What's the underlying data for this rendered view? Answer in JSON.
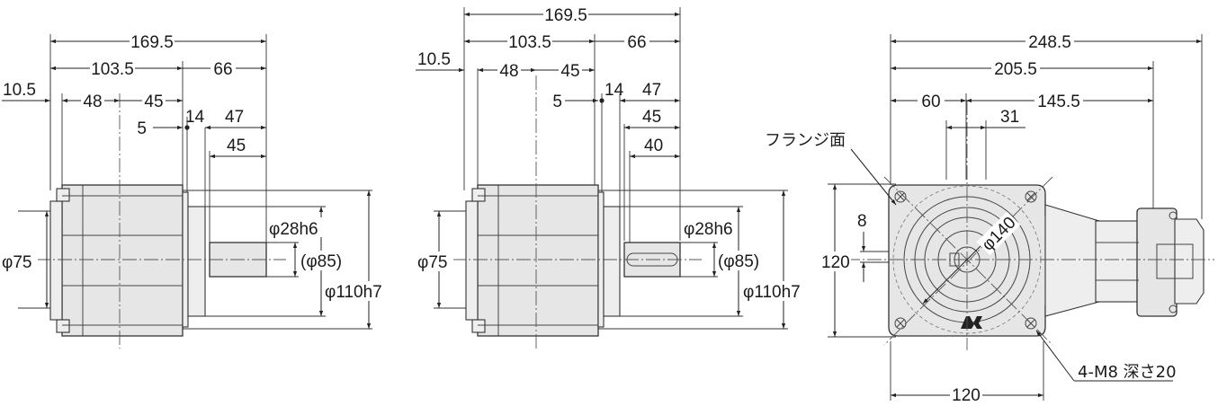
{
  "views": {
    "left": {
      "dims": {
        "overall": "169.5",
        "body": "103.5",
        "output": "66",
        "flange_offset": "10.5",
        "seg_a": "48",
        "seg_b": "45",
        "step": "5",
        "collar": "14",
        "shaft_total": "47",
        "shaft": "45",
        "pilot": "φ75",
        "shaft_dia": "φ28h6",
        "shaft_ref": "(φ85)",
        "flange_dia": "φ110h7"
      }
    },
    "middle": {
      "dims": {
        "overall": "169.5",
        "body": "103.5",
        "output": "66",
        "flange_offset": "10.5",
        "seg_a": "48",
        "seg_b": "45",
        "step": "5",
        "collar": "14",
        "shaft_total": "47",
        "shaft": "45",
        "key": "40",
        "pilot": "φ75",
        "shaft_dia": "φ28h6",
        "shaft_ref": "(φ85)",
        "flange_dia": "φ110h7"
      }
    },
    "right": {
      "dims": {
        "overall": "248.5",
        "mid": "205.5",
        "center_left": "60",
        "center_right": "145.5",
        "offset": "31",
        "key_width": "8",
        "height": "120",
        "width": "120",
        "pcd": "φ140"
      },
      "labels": {
        "flange_face": "フランジ面",
        "tapped_holes": "4-M8 深さ20"
      }
    }
  }
}
